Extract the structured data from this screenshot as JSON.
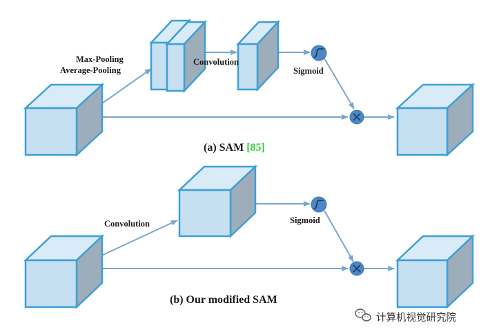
{
  "panel_a": {
    "pool_label_1": "Max-Pooling",
    "pool_label_2": "Average-Pooling",
    "conv_label": "Convolution",
    "sigmoid_label": "Sigmoid",
    "caption_main": "(a) SAM ",
    "caption_cite": "[85]"
  },
  "panel_b": {
    "conv_label": "Convolution",
    "sigmoid_label": "Sigmoid",
    "caption": "(b) Our modified SAM"
  },
  "watermark": {
    "text": "计算机视觉研究院",
    "icon": "wechat-icon"
  },
  "colors": {
    "cube_edge": "#3d9fd6",
    "cube_front": "#c6dff1",
    "cube_side": "#9eadba",
    "arrow": "#7aa6cc",
    "operator": "#4d88c6",
    "citation": "#3ecb3e"
  },
  "operators": {
    "sigmoid_icon": "sigmoid-curve-icon",
    "multiply_icon": "multiply-icon"
  }
}
